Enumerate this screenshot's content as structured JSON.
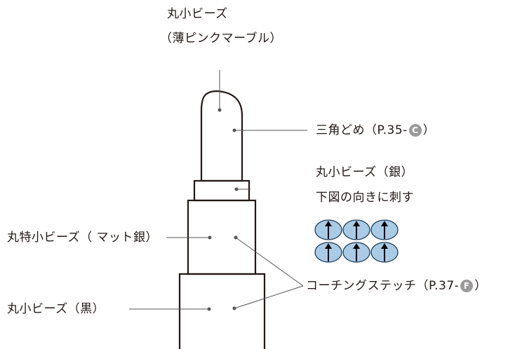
{
  "labels": {
    "top_line1": "丸小ビーズ",
    "top_line2": "（薄ピンクマーブル）",
    "tip_prefix": "三角どめ（P.35-",
    "tip_badge": "C",
    "tip_suffix": "）",
    "ring_line1": "丸小ビーズ（銀）",
    "ring_line2": "下図の向きに刺す",
    "mid_left": "丸特小ビーズ（ マット銀）",
    "bottom_left": "丸小ビーズ（黒）",
    "couching_prefix": "コーチングステッチ（P.37-",
    "couching_badge": "F",
    "couching_suffix": "）"
  },
  "colors": {
    "outline": "#231815",
    "bead_fill": "#a9cbe6",
    "bead_stroke": "#1d3c5a",
    "badge": "#9a9a9a"
  },
  "bead_grid": {
    "rows": 2,
    "cols": 3,
    "arrow": "up"
  }
}
